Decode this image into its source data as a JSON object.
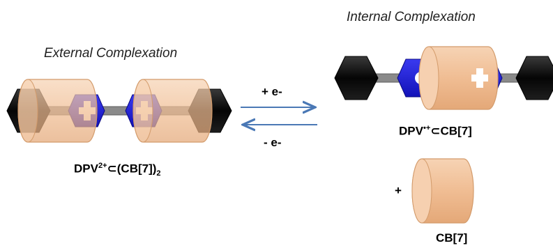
{
  "external": {
    "title": "External Complexation",
    "formula": {
      "base": "DPV",
      "charge": "2+",
      "subset": "⊂",
      "host": "(CB[7])",
      "count": "2"
    }
  },
  "internal": {
    "title": "Internal Complexation",
    "formula": {
      "base": "DPV",
      "radical": "•",
      "charge": "+",
      "subset": "⊂",
      "host": "CB[7]"
    }
  },
  "arrows": {
    "forward": "+ e-",
    "reverse": "- e-"
  },
  "free_host": {
    "plus": "+",
    "label": "CB[7]"
  },
  "colors": {
    "cucurbituril": "#f2c39c",
    "cucurbituril_edge": "#d79a6a",
    "viologen": "#1b1bd6",
    "stopper": "#0a0a0a",
    "axle": "#808080",
    "arrow": "#4a78b5"
  }
}
